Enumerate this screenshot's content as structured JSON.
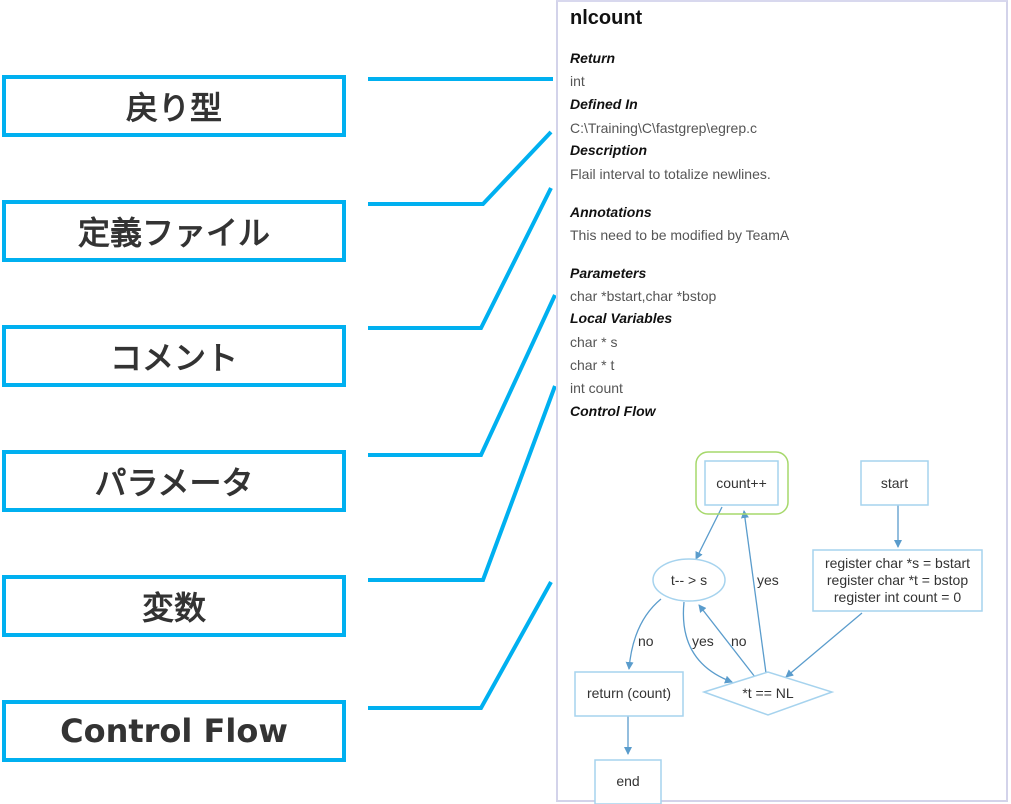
{
  "labels": [
    {
      "id": "return-type",
      "text": "戻り型"
    },
    {
      "id": "defined-file",
      "text": "定義ファイル"
    },
    {
      "id": "comment",
      "text": "コメント"
    },
    {
      "id": "parameters",
      "text": "パラメータ"
    },
    {
      "id": "variables",
      "text": "変数"
    },
    {
      "id": "control-flow",
      "text": "Control Flow"
    }
  ],
  "panel": {
    "title": "nlcount",
    "return_heading": "Return",
    "return_value": "int",
    "defined_heading": "Defined In",
    "defined_value": "C:\\Training\\C\\fastgrep\\egrep.c",
    "description_heading": "Description",
    "description_value": "Flail interval to totalize newlines.",
    "annotations_heading": "Annotations",
    "annotations_value": "This need to be modified by TeamA",
    "parameters_heading": "Parameters",
    "parameters_value": "char *bstart,char *bstop",
    "locals_heading": "Local Variables",
    "locals": [
      "char * s",
      "char * t",
      "int count"
    ],
    "control_flow_heading": "Control Flow"
  },
  "flow": {
    "nodes": {
      "count_inc": "count++",
      "start": "start",
      "init_lines": [
        "register char *s = bstart",
        "register char *t = bstop",
        "register int count = 0"
      ],
      "loop_cond": "t-- > s",
      "nl_cond": "*t == NL",
      "return": "return (count)",
      "end": "end"
    },
    "edge_labels": {
      "nl_yes": "yes",
      "loop_no": "no",
      "loop_yes": "yes",
      "nl_no": "no"
    }
  },
  "colors": {
    "accent": "#00b0f0",
    "node_border": "#a6d3ee",
    "edge": "#5a9ccc",
    "highlight": "#a6d86b"
  }
}
